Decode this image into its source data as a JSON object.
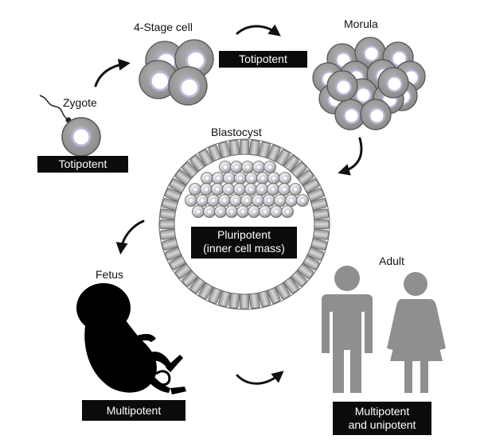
{
  "stages": {
    "zygote": {
      "label": "Zygote",
      "potency": "Totipotent"
    },
    "four_cell": {
      "label": "4-Stage cell",
      "potency": "Totipotent"
    },
    "morula": {
      "label": "Morula"
    },
    "blastocyst": {
      "label": "Blastocyst",
      "potency_line1": "Pluripotent",
      "potency_line2": "(inner cell mass)"
    },
    "fetus": {
      "label": "Fetus",
      "potency": "Multipotent"
    },
    "adult": {
      "label": "Adult",
      "potency_line1": "Multipotent",
      "potency_line2": "and unipotent"
    }
  },
  "colors": {
    "cell_gray": "#9a9a9a",
    "cell_outline": "#555555",
    "nucleus_fill": "#ffffff",
    "nucleus_ring": "#b7b7d8",
    "label_box": "#0b0b0b",
    "arrow": "#111111",
    "silhouette_fetus": "#000000",
    "silhouette_adult": "#8f8f8f"
  },
  "icons": [
    "zygote-cell-icon",
    "four-stage-cell-icon",
    "morula-icon",
    "blastocyst-icon",
    "fetus-silhouette-icon",
    "man-silhouette-icon",
    "woman-silhouette-icon",
    "curved-arrow-icon"
  ]
}
